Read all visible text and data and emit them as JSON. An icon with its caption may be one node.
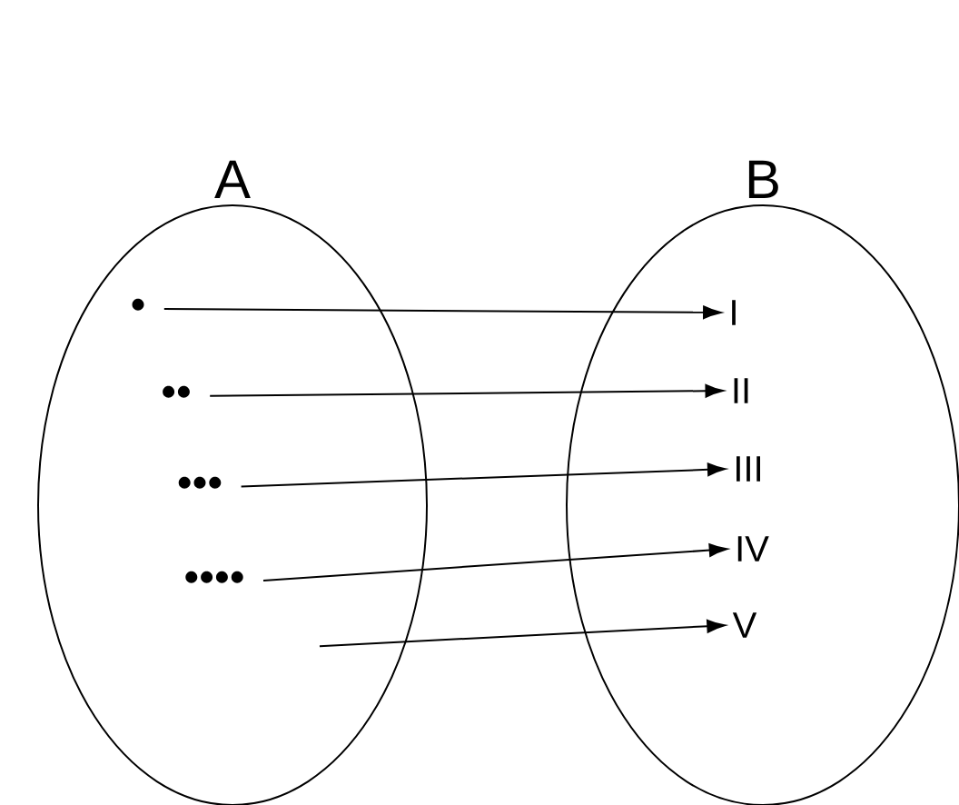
{
  "diagram": {
    "nodes": [
      {
        "text": [
          "A"
        ]
      },
      {
        "text": [
          "•"
        ],
        "in": 0
      },
      {
        "text": [
          "••"
        ],
        "in": 0
      },
      {
        "text": [
          "•••"
        ],
        "in": 0
      },
      {
        "text": [
          "••••"
        ],
        "in": 0
      },
      {
        "text": [
          "B"
        ]
      },
      {
        "text": [
          "I"
        ],
        "in": 5
      },
      {
        "text": [
          "II"
        ],
        "in": 5
      },
      {
        "text": [
          "III"
        ],
        "in": 5
      },
      {
        "text": [
          "IV"
        ],
        "in": 5
      },
      {
        "text": [
          "V"
        ],
        "in": 5
      }
    ],
    "edges": [
      {
        "from": 1,
        "to": 6,
        "arrow": "to"
      },
      {
        "from": 2,
        "to": 7,
        "arrow": "to"
      },
      {
        "from": 3,
        "to": 8,
        "arrow": "to"
      },
      {
        "from": 4,
        "to": 9,
        "arrow": "to"
      },
      {
        "from": null,
        "to": 10,
        "arrow": "to"
      }
    ]
  }
}
